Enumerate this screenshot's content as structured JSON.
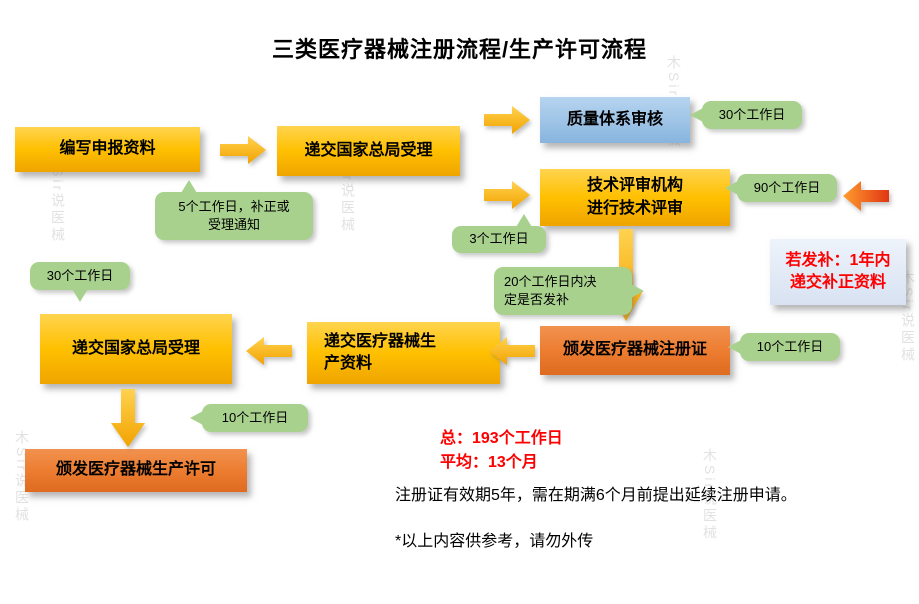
{
  "title": "三类医疗器械注册流程/生产许可流程",
  "nodes": {
    "write_materials": "编写申报资料",
    "submit_nmpa_1": "递交国家总局受理",
    "quality_audit": "质量体系审核",
    "tech_review": "技术评审机构\n进行技术评审",
    "supplement_note": "若发补：1年内\n递交补正资料",
    "issue_registration": "颁发医疗器械注册证",
    "submit_production": "递交医疗器械生\n产资料",
    "submit_nmpa_2": "递交国家总局受理",
    "issue_license": "颁发医疗器械生产许可"
  },
  "callouts": {
    "notice_5_days": "5个工作日，补正或\n受理通知",
    "audit_30_days": "30个工作日",
    "review_90_days": "90个工作日",
    "accept_3_days": "3个工作日",
    "decide_20_days": "20个工作日内决\n定是否发补",
    "cert_10_days": "10个工作日",
    "accept_30_days": "30个工作日",
    "license_10_days": "10个工作日"
  },
  "summary": {
    "total": "总：193个工作日",
    "average": "平均：13个月"
  },
  "notes": {
    "validity": "注册证有效期5年，需在期满6个月前提出延续注册申请。",
    "disclaimer": "*以上内容供参考，请勿外传"
  },
  "watermark": "木Sir说医械",
  "colors": {
    "yellow_box": "#FFC000",
    "orange_box": "#ED7D31",
    "blue_box": "#9DC3E6",
    "green_callout": "#A9D18E",
    "supplement_box": "#D8E2F2",
    "red_text": "#FF0000"
  }
}
